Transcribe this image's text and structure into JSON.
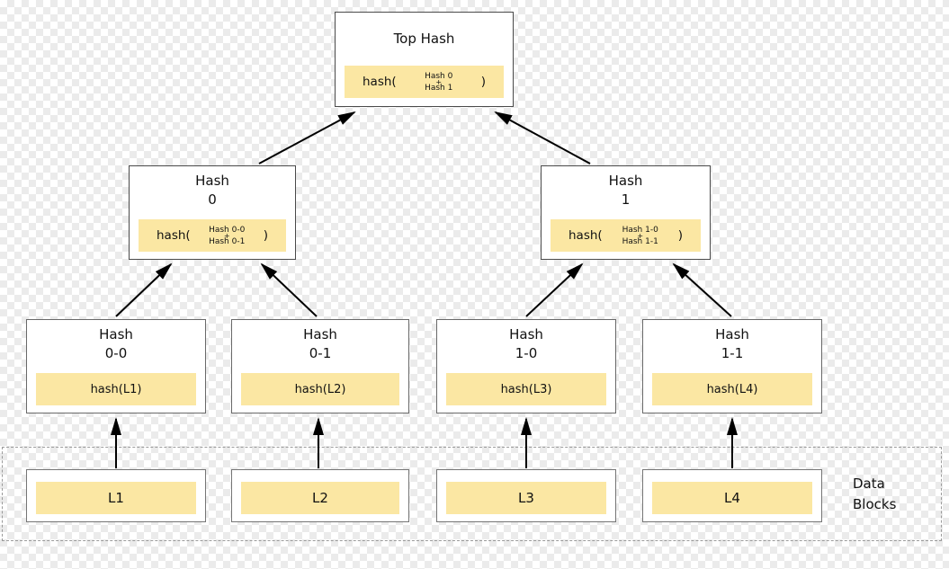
{
  "colors": {
    "hash_band_fill": "#fbe7a3",
    "node_fill": "#ffffff",
    "node_border": "#4a4a4a",
    "arrow": "#000000",
    "checker_light": "#ffffff",
    "checker_dark": "#ebebeb",
    "dashed_border": "#9a9a9a",
    "text": "#111111"
  },
  "top_node": {
    "title": "Top Hash",
    "formula": {
      "prefix": "hash(",
      "operand1": "Hash 0",
      "operator": "+",
      "operand2": "Hash 1",
      "suffix": ")"
    }
  },
  "mid_nodes": [
    {
      "title_line1": "Hash",
      "title_line2": "0",
      "formula": {
        "prefix": "hash(",
        "operand1": "Hash 0-0",
        "operator": "+",
        "operand2": "Hash 0-1",
        "suffix": ")"
      }
    },
    {
      "title_line1": "Hash",
      "title_line2": "1",
      "formula": {
        "prefix": "hash(",
        "operand1": "Hash 1-0",
        "operator": "+",
        "operand2": "Hash 1-1",
        "suffix": ")"
      }
    }
  ],
  "leaf_nodes": [
    {
      "title_line1": "Hash",
      "title_line2": "0-0",
      "hash_label": "hash(L1)"
    },
    {
      "title_line1": "Hash",
      "title_line2": "0-1",
      "hash_label": "hash(L2)"
    },
    {
      "title_line1": "Hash",
      "title_line2": "1-0",
      "hash_label": "hash(L3)"
    },
    {
      "title_line1": "Hash",
      "title_line2": "1-1",
      "hash_label": "hash(L4)"
    }
  ],
  "data_blocks": [
    {
      "label": "L1"
    },
    {
      "label": "L2"
    },
    {
      "label": "L3"
    },
    {
      "label": "L4"
    }
  ],
  "data_blocks_caption": {
    "line1": "Data",
    "line2": "Blocks"
  }
}
